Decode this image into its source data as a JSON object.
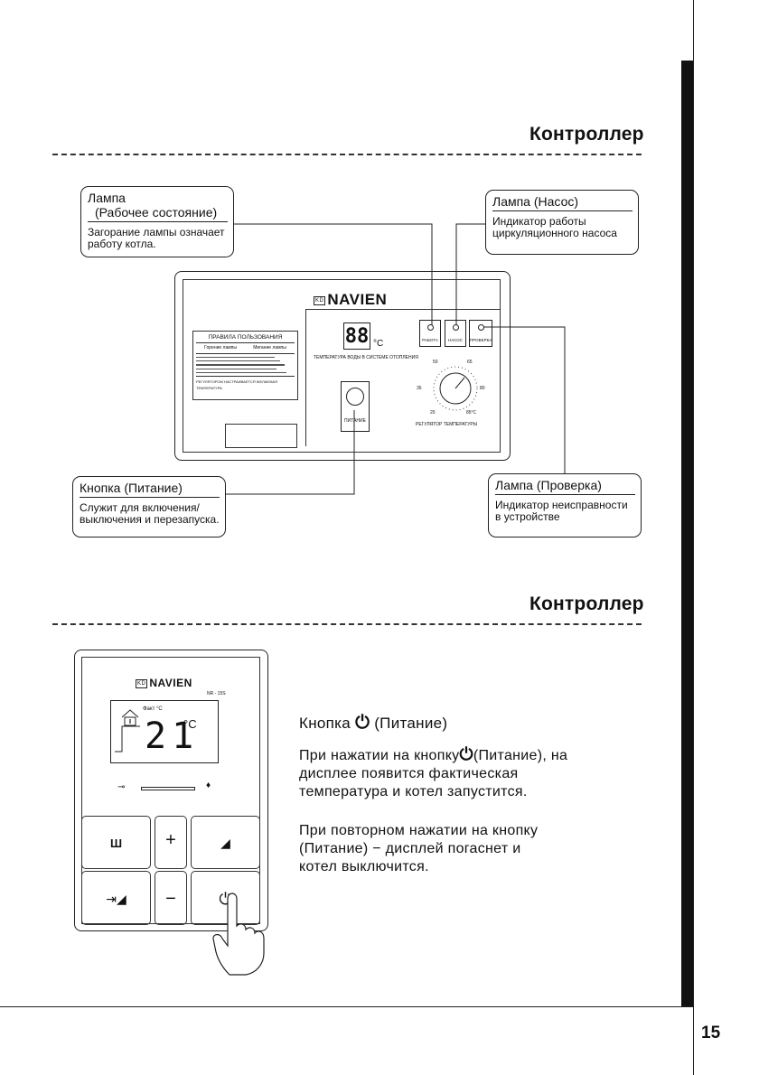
{
  "section_title": "Контроллер",
  "callouts": {
    "status_lamp": {
      "title_line1": "Лампа",
      "title_line2": "(Рабочее состояние)",
      "text": "Загорание лампы означает работу котла."
    },
    "pump_lamp": {
      "title": "Лампа (Насос)",
      "text": "Индикатор работы циркуляционного насоса"
    },
    "power_button": {
      "title": "Кнопка (Питание)",
      "text": "Служит для включения/ выключения и перезапуска."
    },
    "check_lamp": {
      "title": "Лампа (Проверка)",
      "text": "Индикатор неисправности в устройстве"
    }
  },
  "panel1": {
    "kd": "KD",
    "brand": "NAVIEN",
    "display": "88",
    "unit": "°C",
    "water_temp_label": "ТЕМПЕРАТУРА ВОДЫ В СИСТЕМЕ ОТОПЛЕНИЯ",
    "buttons": [
      "РАБОТА",
      "НАСОС",
      "ПРОВЕРКА"
    ],
    "power_label": "ПИТАНИЕ",
    "dial_marks": [
      "50",
      "65",
      "35",
      "80",
      "20",
      "85°C"
    ],
    "dial_label": "РЕГУЛЯТОР ТЕМПЕРАТУРЫ",
    "rules": {
      "title": "ПРАВИЛА ПОЛЬЗОВАНИЯ",
      "legend_on": "Горение лампы",
      "legend_blink": "Мигание лампы",
      "footer": "РЕГУЛЯТОРОМ НАСТРАИВАЕТСЯ ЖЕЛАЕМАЯ ТЕМПЕРАТУРА"
    }
  },
  "panel2": {
    "kd": "KD",
    "brand": "NAVIEN",
    "model": "NR - 15S",
    "fact_label": "Факт",
    "fact_unit": "°C",
    "temperature": "21",
    "temp_unit": "°C",
    "keys": {
      "plus": "+",
      "minus": "−"
    }
  },
  "power_description": {
    "heading_prefix": "Кнопка",
    "heading_suffix": "(Питание)",
    "para1_a": "При нажатии на кнопку",
    "para1_b": "(Питание), на",
    "para1_c": "дисплее появится фактическая",
    "para1_d": "температура  и котел запустится.",
    "para2_a": "При повторном нажатии на кнопку",
    "para2_b": "(Питание)  − дисплей погаснет и",
    "para2_c": "котел выключится."
  },
  "page_number": "15"
}
